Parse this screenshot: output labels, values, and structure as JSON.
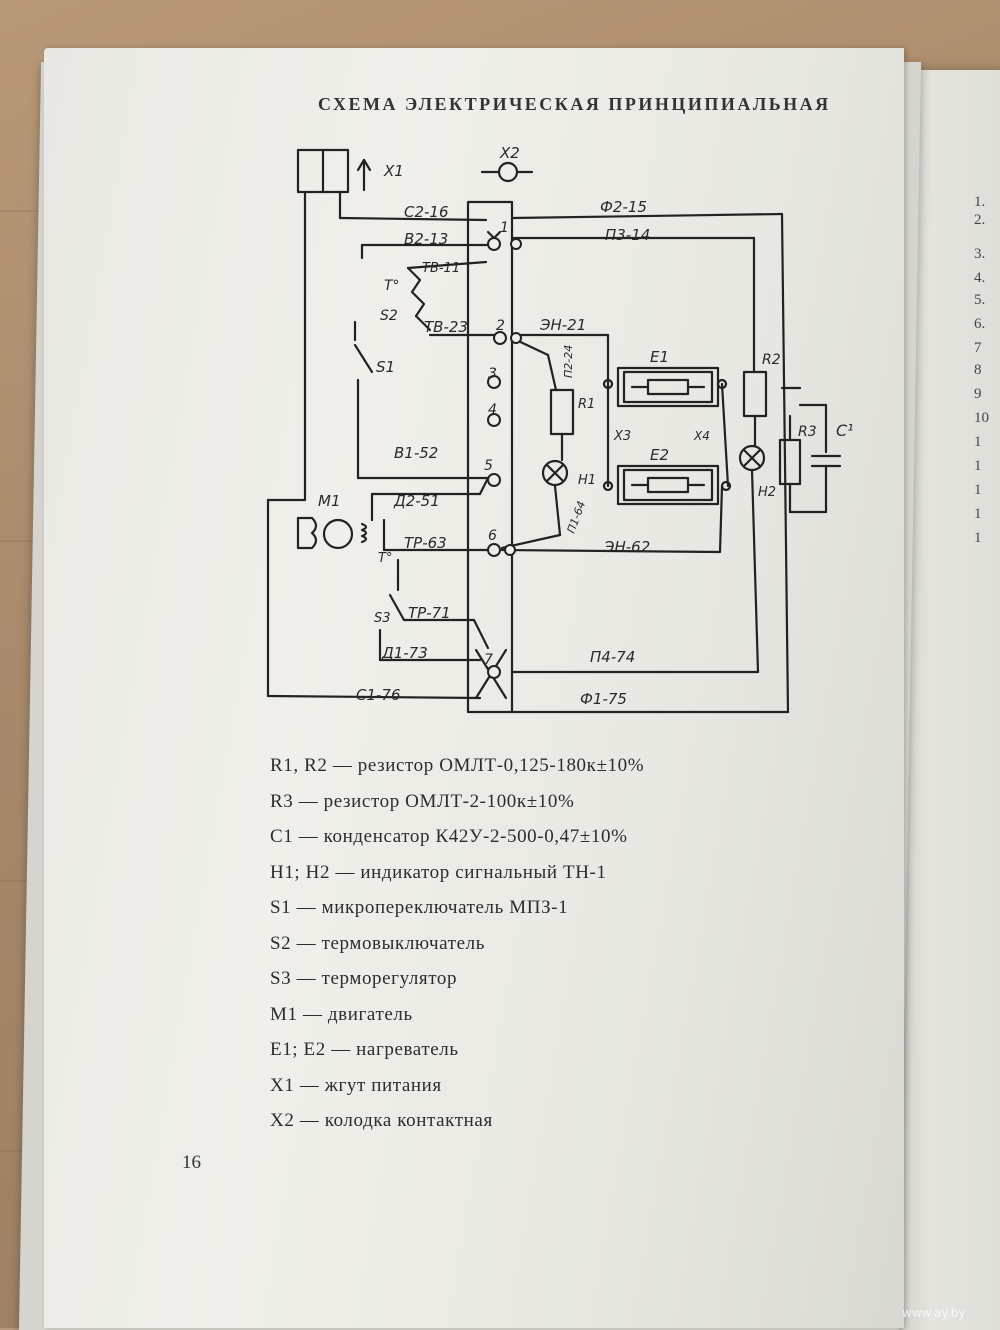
{
  "document": {
    "title": "СХЕМА ЭЛЕКТРИЧЕСКАЯ ПРИНЦИПИАЛЬНАЯ",
    "page_number": "16"
  },
  "schematic": {
    "x1": "X1",
    "x2": "X2",
    "wires": {
      "c2_16": "С2-16",
      "f2_15": "Ф2-15",
      "v2_13": "В2-13",
      "p3_14": "П3-14",
      "tv_11": "ТВ-11",
      "tv_23": "ТВ-23",
      "en_21": "ЭН-21",
      "p2_24": "П2-24",
      "v1_52": "В1-52",
      "d2_51": "Д2-51",
      "tr_63": "ТР-63",
      "en_62": "ЭН-62",
      "p1_64": "П1-64",
      "tr_71": "ТР-71",
      "d1_73": "Д1-73",
      "p4_74": "П4-74",
      "c1_76": "С1-76",
      "f1_75": "Ф1-75"
    },
    "terminals": [
      "1",
      "2",
      "3",
      "4",
      "5",
      "6",
      "7"
    ],
    "components": {
      "t1": "T°",
      "s2": "S2",
      "s1": "S1",
      "e1": "E1",
      "e2": "E2",
      "r1": "R1",
      "r2": "R2",
      "r3": "R3",
      "c1": "C¹",
      "h1": "H1",
      "h2": "H2",
      "x3": "X3",
      "x4": "X4",
      "m1": "M1",
      "t2": "T°",
      "s3": "S3"
    }
  },
  "legend": [
    {
      "code": "R1, R2",
      "text": " — резистор ОМЛТ-0,125-180к±10%"
    },
    {
      "code": "R3",
      "text": " — резистор ОМЛТ-2-100к±10%"
    },
    {
      "code": "С1",
      "text": " — конденсатор К42У-2-500-0,47±10%"
    },
    {
      "code": "Н1; Н2",
      "text": " — индикатор сигнальный ТН-1"
    },
    {
      "code": "S1",
      "text": " — микропереключатель МПЗ-1"
    },
    {
      "code": "S2",
      "text": " — термовыключатель"
    },
    {
      "code": "S3",
      "text": " — терморегулятор"
    },
    {
      "code": "М1",
      "text": " — двигатель"
    },
    {
      "code": "Е1; Е2",
      "text": " — нагреватель"
    },
    {
      "code": "Х1",
      "text": " — жгут питания"
    },
    {
      "code": "Х2",
      "text": " — колодка контактная"
    }
  ],
  "right_page": {
    "numbers": [
      "1.",
      "2.",
      "3.",
      "4.",
      "5.",
      "6.",
      "7",
      "8",
      "9",
      "10",
      "1",
      "1",
      "1",
      "1",
      "1"
    ]
  },
  "watermark": "www.ay.by"
}
